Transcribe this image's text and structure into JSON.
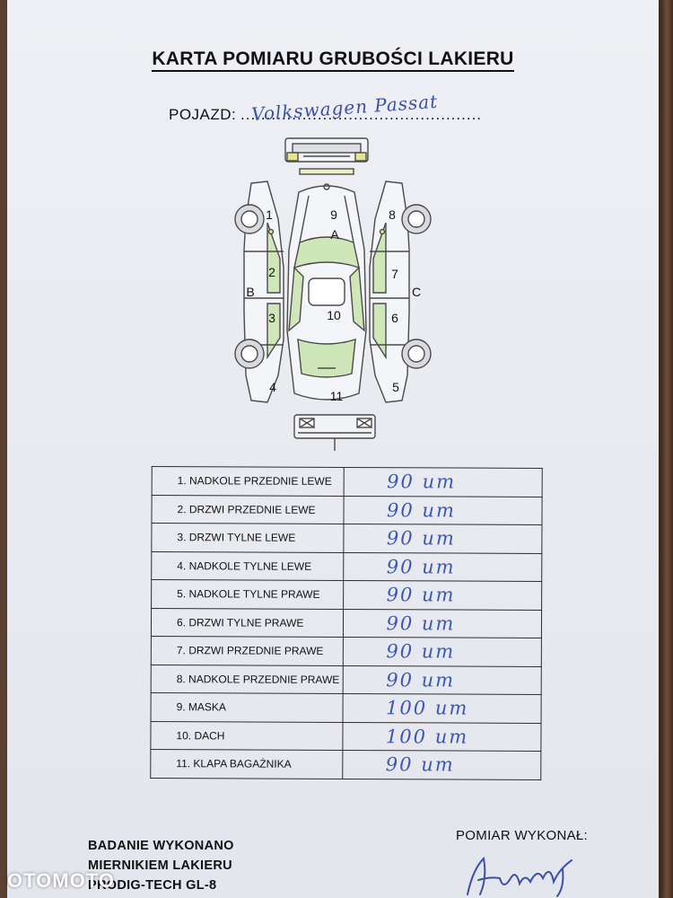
{
  "document": {
    "title": "KARTA POMIARU GRUBOŚCI LAKIERU",
    "vehicle_label": "POJAZD:",
    "vehicle_dots": "...............................................",
    "vehicle_value": "Volkswagen Passat"
  },
  "diagram": {
    "zone_labels": [
      "1",
      "2",
      "3",
      "4",
      "5",
      "6",
      "7",
      "8",
      "9",
      "10",
      "11"
    ],
    "side_labels": [
      "A",
      "B",
      "C"
    ],
    "colors": {
      "highlight": "#cfe6b8",
      "yellow": "#e8e48a",
      "line": "#4a4a4a"
    }
  },
  "measurements": [
    {
      "label": "1.  NADKOLE PRZEDNIE LEWE",
      "value": "90 um"
    },
    {
      "label": "2.  DRZWI PRZEDNIE LEWE",
      "value": "90 um"
    },
    {
      "label": "3.  DRZWI TYLNE LEWE",
      "value": "90 um"
    },
    {
      "label": "4.  NADKOLE TYLNE LEWE",
      "value": "90 um"
    },
    {
      "label": "5.  NADKOLE TYLNE PRAWE",
      "value": "90 um"
    },
    {
      "label": "6.  DRZWI TYLNE PRAWE",
      "value": "90 um"
    },
    {
      "label": "7.  DRZWI PRZEDNIE PRAWE",
      "value": "90 um"
    },
    {
      "label": "8.  NADKOLE PRZEDNIE PRAWE",
      "value": "90 um"
    },
    {
      "label": "9.  MASKA",
      "value": "100 um"
    },
    {
      "label": "10. DACH",
      "value": "100 um"
    },
    {
      "label": "11. KLAPA BAGAŻNIKA",
      "value": "90 um"
    }
  ],
  "footer": {
    "left_line1": "BADANIE WYKONANO",
    "left_line2": "MIERNIKIEM LAKIERU",
    "left_line3": "PRODIG-TECH GL-8",
    "right_label": "POMIAR WYKONAŁ:"
  },
  "watermark": "OTOMOTO"
}
